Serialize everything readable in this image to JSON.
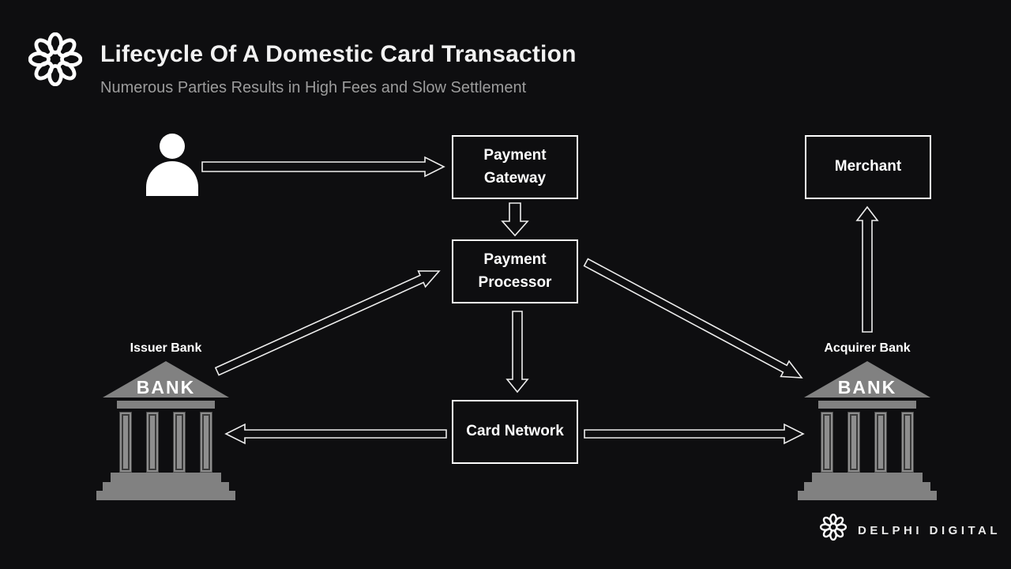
{
  "header": {
    "title": "Lifecycle Of A Domestic Card Transaction",
    "subtitle": "Numerous Parties Results in High Fees and Slow Settlement",
    "logo_icon": "delphi-knot-icon"
  },
  "diagram": {
    "nodes": {
      "cardholder": {
        "icon": "person-icon"
      },
      "payment_gateway": {
        "label": "Payment Gateway"
      },
      "payment_processor": {
        "label": "Payment Processor"
      },
      "card_network": {
        "label": "Card Network"
      },
      "merchant": {
        "label": "Merchant"
      },
      "issuer_bank": {
        "label": "Issuer Bank",
        "building_text": "BANK",
        "icon": "bank-building-icon"
      },
      "acquirer_bank": {
        "label": "Acquirer Bank",
        "building_text": "BANK",
        "icon": "bank-building-icon"
      }
    },
    "edges": [
      {
        "from": "cardholder",
        "to": "payment_gateway",
        "direction": "right"
      },
      {
        "from": "payment_gateway",
        "to": "payment_processor",
        "direction": "down"
      },
      {
        "from": "payment_processor",
        "to": "card_network",
        "direction": "down"
      },
      {
        "from": "issuer_bank",
        "to": "payment_processor",
        "direction": "up-right"
      },
      {
        "from": "payment_processor",
        "to": "acquirer_bank",
        "direction": "down-right"
      },
      {
        "from": "card_network",
        "to": "issuer_bank",
        "direction": "left"
      },
      {
        "from": "card_network",
        "to": "acquirer_bank",
        "direction": "right"
      },
      {
        "from": "acquirer_bank",
        "to": "merchant",
        "direction": "up"
      }
    ]
  },
  "footer": {
    "brand": "DELPHI DIGITAL",
    "logo_icon": "delphi-knot-icon"
  },
  "colors": {
    "background": "#0e0e10",
    "box_border": "#fdfdfd",
    "title_text": "#f2f2f2",
    "subtitle_text": "#9c9c9c",
    "arrow_stroke": "#ededed",
    "bank_gray": "#818181",
    "column_gray": "#8e8e8e",
    "icon_white": "#ffffff"
  }
}
